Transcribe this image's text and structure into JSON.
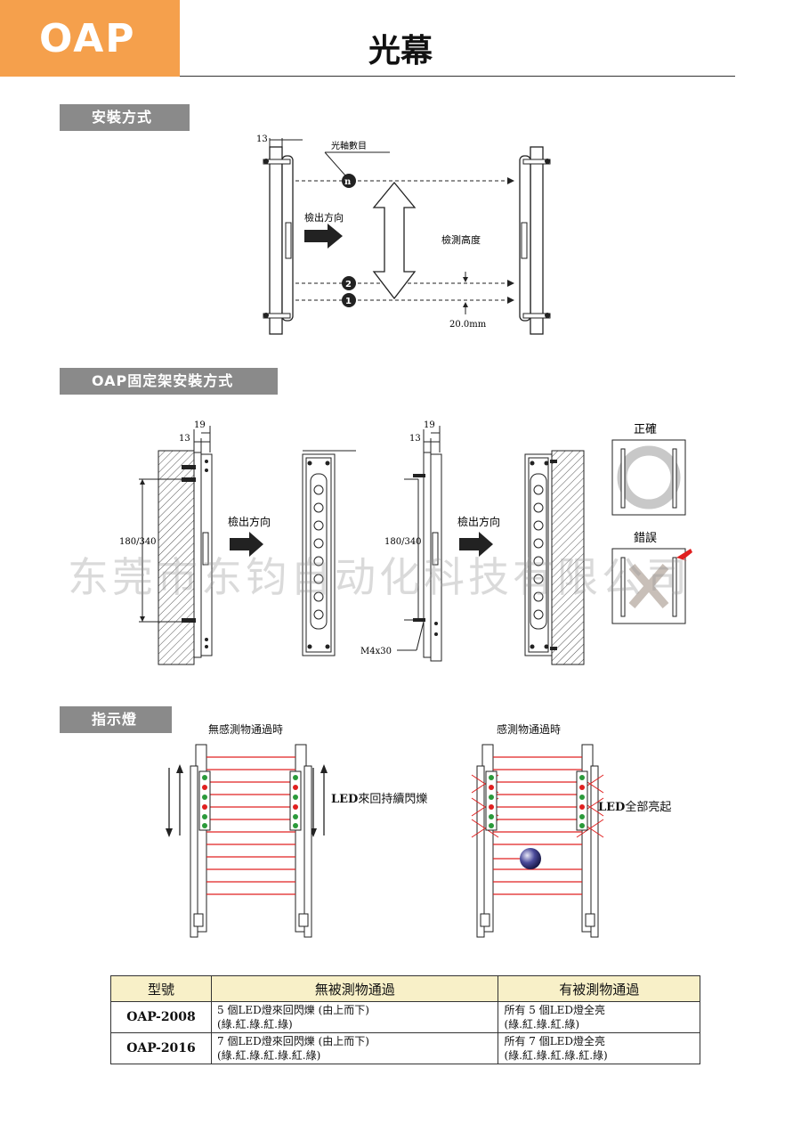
{
  "header": {
    "brand": "OAP",
    "title": "光幕"
  },
  "sections": {
    "install": "安裝方式",
    "bracket": "OAP固定架安裝方式",
    "indicator": "指示燈"
  },
  "install_diagram": {
    "dim_13": "13",
    "beam_count": "光軸數目",
    "beam_n": "n",
    "beam_2": "2",
    "beam_1": "1",
    "detect_dir": "檢出方向",
    "detect_height": "檢測高度",
    "pitch": "20.0mm"
  },
  "bracket_diagram": {
    "dim_19": "19",
    "dim_13": "13",
    "dim_180": "180/340",
    "detect_dir": "檢出方向",
    "screw": "M4x30",
    "correct": "正確",
    "wrong": "錯誤"
  },
  "indicator_diagram": {
    "left_caption": "無感測物通過時",
    "right_caption": "感測物通過時",
    "left_led_prefix": "LED",
    "left_led_text": "來回持續閃爍",
    "right_led_prefix": "LED",
    "right_led_text": "全部亮起"
  },
  "watermark": "东莞市东钧自动化科技有限公司",
  "table": {
    "headers": [
      "型號",
      "無被測物通過",
      "有被測物通過"
    ],
    "rows": [
      {
        "model": "OAP-2008",
        "no_obj_1": "5 個LED燈來回閃爍 (由上而下)",
        "no_obj_2": "(綠.紅.綠.紅.綠)",
        "obj_1": "所有 5 個LED燈全亮",
        "obj_2": "(綠.紅.綠.紅.綠)"
      },
      {
        "model": "OAP-2016",
        "no_obj_1": "7 個LED燈來回閃爍 (由上而下)",
        "no_obj_2": "(綠.紅.綠.紅.綠.紅.綠)",
        "obj_1": "所有 7 個LED燈全亮",
        "obj_2": "(綠.紅.綠.紅.綠.紅.綠)"
      }
    ]
  },
  "colors": {
    "brand": "#f5a04c",
    "section": "#8a8a8a",
    "beam": "#e02020",
    "led_green": "#2a9a3a",
    "led_red": "#e02020",
    "table_header": "#f8f0c8"
  }
}
